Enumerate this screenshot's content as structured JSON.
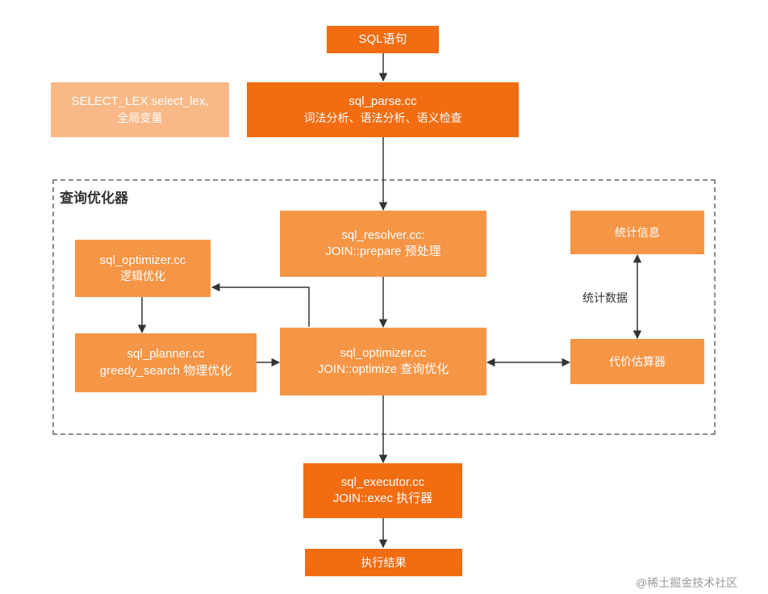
{
  "diagram": {
    "nodes": {
      "sql_input": {
        "line1": "SQL语句"
      },
      "select_lex": {
        "line1": "SELECT_LEX select_lex,",
        "line2": "全局变量"
      },
      "parse": {
        "line1": "sql_parse.cc",
        "line2": "词法分析、语法分析、语义检查"
      },
      "resolver": {
        "line1": "sql_resolver.cc:",
        "line2": "JOIN::prepare 预处理"
      },
      "logic_opt": {
        "line1": "sql_optimizer.cc",
        "line2": "逻辑优化"
      },
      "planner": {
        "line1": "sql_planner.cc",
        "line2": "greedy_search 物理优化"
      },
      "optimizer": {
        "line1": "sql_optimizer.cc",
        "line2": "JOIN::optimize 查询优化"
      },
      "stats_info": {
        "line1": "统计信息"
      },
      "cost_est": {
        "line1": "代价估算器"
      },
      "executor": {
        "line1": "sql_executor.cc",
        "line2": "JOIN::exec 执行器"
      },
      "result": {
        "line1": "执行结果"
      }
    },
    "group_label": "查询优化器",
    "edge_label_stats": "统计数据",
    "colors": {
      "dark": "#f26c12",
      "mid": "#f59546",
      "light": "#f9b887",
      "arrow": "#333333"
    }
  },
  "watermark": "@稀土掘金技术社区"
}
